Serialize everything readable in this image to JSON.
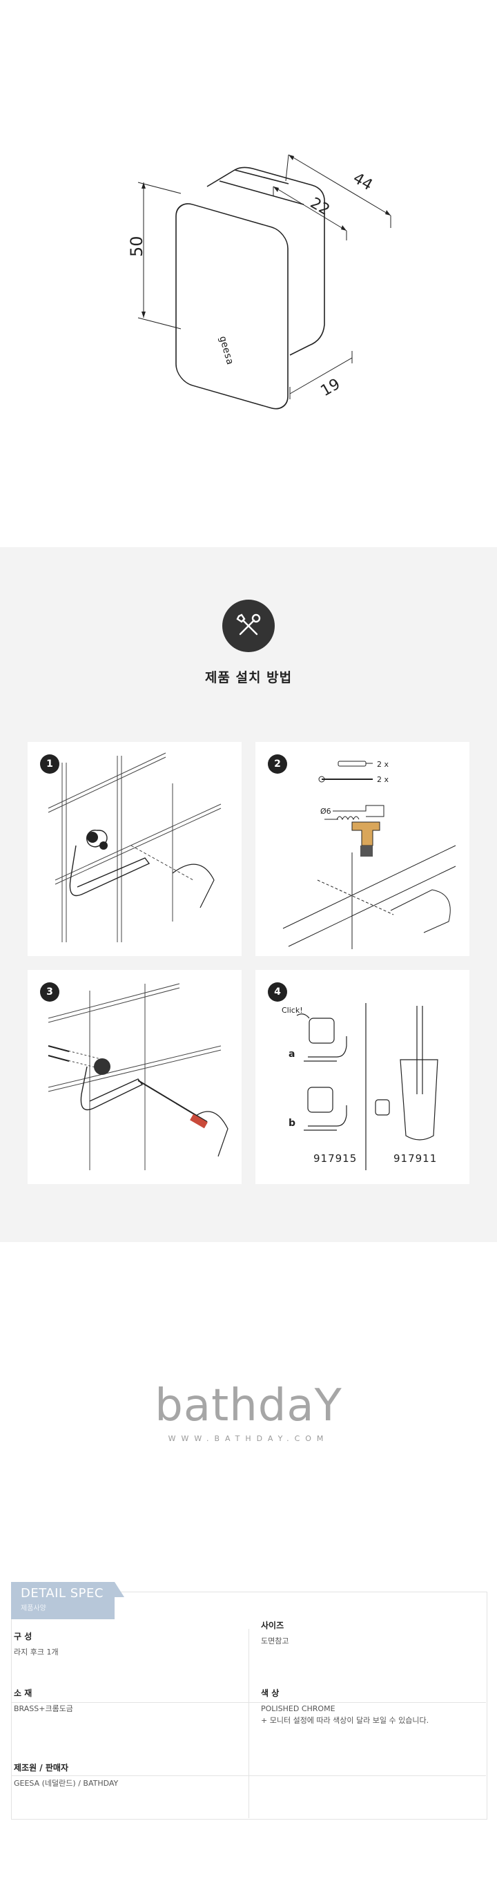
{
  "dimensions": {
    "width_label": "44",
    "inner_label": "22",
    "height_label": "50",
    "depth_label": "19",
    "brand_mark": "geesa"
  },
  "install": {
    "icon": "wrench-screwdriver-icon",
    "title": "제품 설치 방법",
    "steps": [
      {
        "number": "1"
      },
      {
        "number": "2",
        "qty_1": "2 x",
        "qty_2": "2 x",
        "drill": "Ø6"
      },
      {
        "number": "3"
      },
      {
        "number": "4",
        "click_label": "Click!",
        "option_a": "a",
        "option_b": "b",
        "model_left": "917915",
        "model_right": "917911"
      }
    ]
  },
  "logo": {
    "wordmark": "bathdaY",
    "url": "WWW.BATHDAY.COM"
  },
  "spec": {
    "tab_title": "DETAIL SPEC",
    "tab_subtitle": "제품사양",
    "rows": [
      {
        "label": "구 성",
        "value": "라지 후크 1개",
        "label2": "사이즈",
        "value2": "도면참고"
      },
      {
        "label": "소 재",
        "value": "BRASS+크롬도금",
        "label2": "색 상",
        "value2": "POLISHED CHROME",
        "value2_note": "+ 모니터 설정에 따라 색상이 달라 보일 수 있습니다."
      },
      {
        "label": "제조원 / 판매자",
        "value": "GEESA (네덜란드) / BATHDAY",
        "label2": "",
        "value2": ""
      }
    ]
  },
  "colors": {
    "install_bg": "#f3f3f3",
    "tab_blue": "#b7c7d9",
    "logo_gray": "#a6a6a6"
  }
}
